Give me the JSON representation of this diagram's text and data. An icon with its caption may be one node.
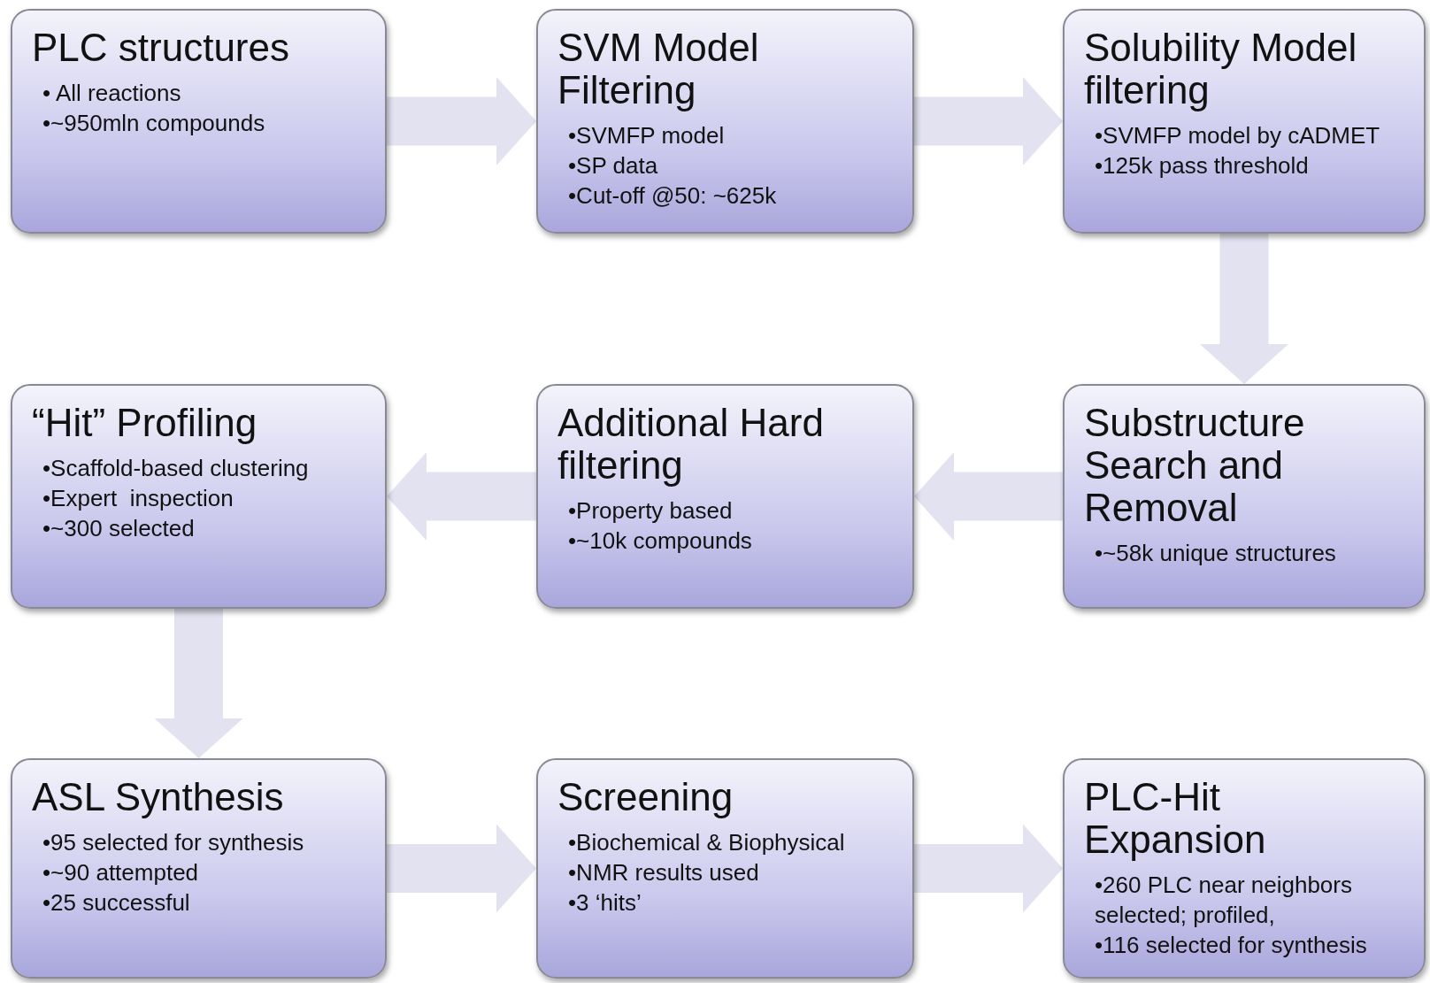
{
  "diagram": {
    "nodes": [
      {
        "text": [
          "PLC structures",
          "• All reactions",
          "•~950mln compounds"
        ]
      },
      {
        "text": [
          "SVM Model Filtering",
          "•SVMFP model",
          "•SP data",
          "•Cut-off @50: ~625k"
        ]
      },
      {
        "text": [
          "Solubility Model filtering",
          "•SVMFP model by cADMET",
          "•125k pass threshold"
        ]
      },
      {
        "text": [
          "Substructure Search and Removal",
          "•~58k unique structures"
        ]
      },
      {
        "text": [
          "Additional Hard filtering",
          "•Property based",
          "•~10k compounds"
        ]
      },
      {
        "text": [
          "“Hit” Profiling",
          "•Scaffold-based clustering",
          "•Expert  inspection",
          "•~300 selected"
        ]
      },
      {
        "text": [
          "ASL Synthesis",
          "•95 selected for synthesis",
          "•~90 attempted",
          "•25 successful"
        ]
      },
      {
        "text": [
          "Screening",
          "•Biochemical & Biophysical",
          "•NMR results used",
          "•3 ‘hits’"
        ]
      },
      {
        "text": [
          "PLC-Hit Expansion",
          "•260 PLC near neighbors selected; profiled,",
          "•116 selected for synthesis"
        ]
      }
    ],
    "edges": [
      {
        "from": 0,
        "to": 1,
        "arrow": "to"
      },
      {
        "from": 1,
        "to": 2,
        "arrow": "to"
      },
      {
        "from": 2,
        "to": 3,
        "arrow": "to"
      },
      {
        "from": 3,
        "to": 4,
        "arrow": "to"
      },
      {
        "from": 4,
        "to": 5,
        "arrow": "to"
      },
      {
        "from": 5,
        "to": 6,
        "arrow": "to"
      },
      {
        "from": 6,
        "to": 7,
        "arrow": "to"
      },
      {
        "from": 7,
        "to": 8,
        "arrow": "to"
      }
    ]
  }
}
